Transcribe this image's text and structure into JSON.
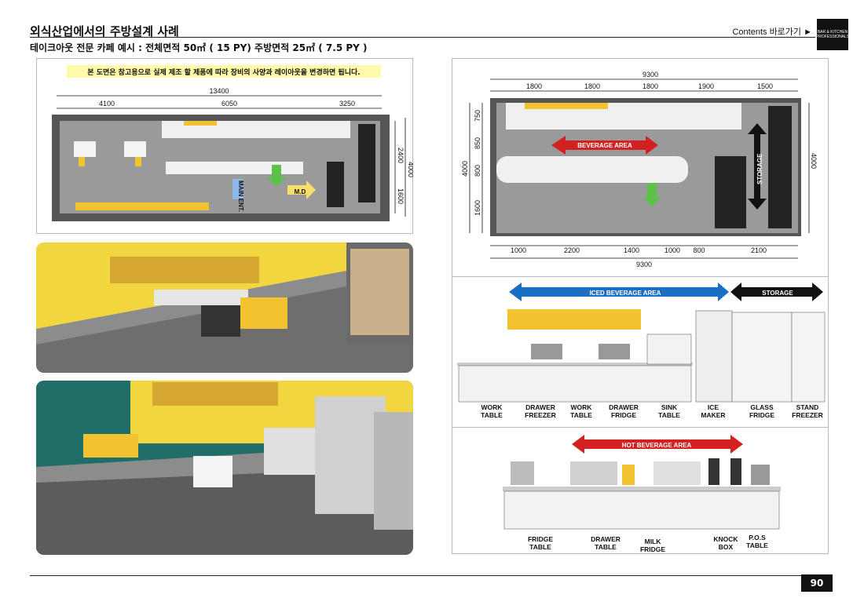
{
  "header": {
    "title": "외식산업에서의 주방설계 사례",
    "subtitle": "테이크아웃 전문 카페 예시 : 전체면적 50㎡ ( 15 PY)  주방면적 25㎡ ( 7.5 PY )",
    "contents_link": "Contents 바로가기 ►",
    "logo_text": "BAR & KITCHEN PROFESSIONALS"
  },
  "notice": "본 도면은 참고용으로 실제 제조 할 제품에 따라 장비의 사양과 레이아웃을 변경하면 됩니다.",
  "floorplan_left": {
    "total_width": "13400",
    "segments": [
      "4100",
      "6050",
      "3250"
    ],
    "right_dims": [
      "2400",
      "1600"
    ],
    "overall_height": "4000",
    "labels": {
      "main_entrance": "MAIN ENT.",
      "md": "M.D"
    }
  },
  "floorplan_right": {
    "top_total": "9300",
    "top_segments": [
      "1800",
      "1800",
      "1800",
      "1900",
      "1500"
    ],
    "left_dims": [
      "750",
      "850",
      "800",
      "1600"
    ],
    "left_total": "4000",
    "right_total": "4000",
    "bottom_segments": [
      "1000",
      "2200",
      "1400",
      "1000",
      "800",
      "2100"
    ],
    "bottom_total": "9300",
    "beverage_area": "BEVERAGE AREA",
    "storage": "STORAGE"
  },
  "elevation_cold": {
    "iced_area": "ICED BEVERAGE AREA",
    "storage": "STORAGE",
    "items": [
      {
        "l1": "WORK",
        "l2": "TABLE"
      },
      {
        "l1": "DRAWER",
        "l2": "FREEZER"
      },
      {
        "l1": "WORK",
        "l2": "TABLE"
      },
      {
        "l1": "DRAWER",
        "l2": "FRIDGE"
      },
      {
        "l1": "SINK",
        "l2": "TABLE"
      },
      {
        "l1": "ICE",
        "l2": "MAKER"
      },
      {
        "l1": "GLASS",
        "l2": "FRIDGE"
      },
      {
        "l1": "STAND",
        "l2": "FREEZER"
      }
    ]
  },
  "elevation_hot": {
    "hot_area": "HOT BEVERAGE AREA",
    "items": [
      {
        "l1": "FRIDGE",
        "l2": "TABLE"
      },
      {
        "l1": "DRAWER",
        "l2": "TABLE"
      },
      {
        "l1": "MILK",
        "l2": "FRIDGE"
      },
      {
        "l1": "KNOCK",
        "l2": "BOX"
      },
      {
        "l1": "P.O.S",
        "l2": "TABLE"
      }
    ]
  },
  "page_number": "90",
  "colors": {
    "accent_yellow": "#f2c230",
    "arrow_red": "#d32020",
    "arrow_blue": "#1a6fc4",
    "arrow_green": "#5cc24a"
  }
}
